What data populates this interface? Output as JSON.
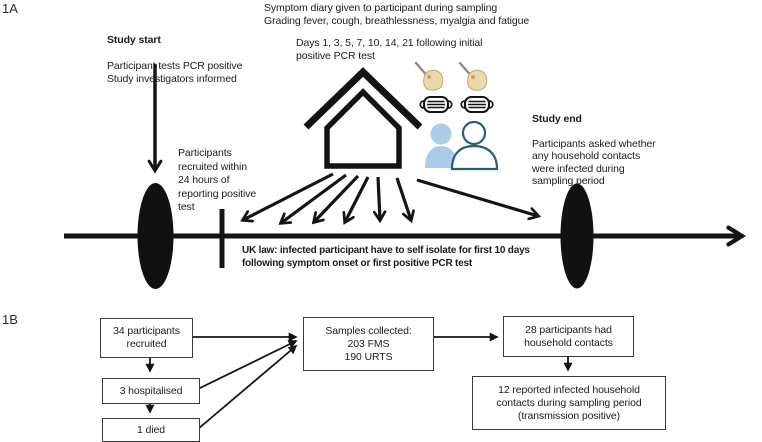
{
  "panel_a": {
    "label": "1A",
    "study_start_title": "Study start",
    "study_start_body": "Participant tests PCR positive\nStudy investigators informed",
    "symptom_diary": "Symptom diary given to participant during sampling\nGrading fever, cough, breathlessness, myalgia and fatigue",
    "days_schedule": "Days 1, 3, 5, 7, 10, 14, 21 following initial\npositive PCR test",
    "recruitment_note": "Participants\nrecruited within\n24 hours of\nreporting positive\ntest",
    "study_end_title": "Study end",
    "study_end_body": "Participants asked whether\nany household contacts\nwere infected during\nsampling period",
    "uk_law_note": "UK law: infected participant have to self isolate for first 10 days\nfollowing symptom onset or first positive PCR test"
  },
  "panel_b": {
    "label": "1B",
    "box_recruited": "34 participants\nrecruited",
    "box_hospitalised": "3 hospitalised",
    "box_died": "1 died",
    "box_samples": "Samples collected:\n203 FMS\n190 URTS",
    "box_contacts": "28 participants had\nhousehold contacts",
    "box_transmission": "12 reported infected household\ncontacts during sampling period\n(transmission positive)"
  },
  "icons": {
    "house": "house-icon",
    "swab_hand": "hand-holding-swab-icon",
    "face_mask": "face-mask-icon",
    "people": "household-members-icon",
    "timeline_start": "timeline-start-ellipse",
    "timeline_end": "timeline-end-ellipse"
  },
  "colors": {
    "ink": "#141414",
    "person_fill": "#aacce6",
    "person_outline": "#2b5c7a",
    "hand_fill": "#ead9ab",
    "hand_outline": "#c4a768",
    "pen": "#8a8a8a"
  }
}
